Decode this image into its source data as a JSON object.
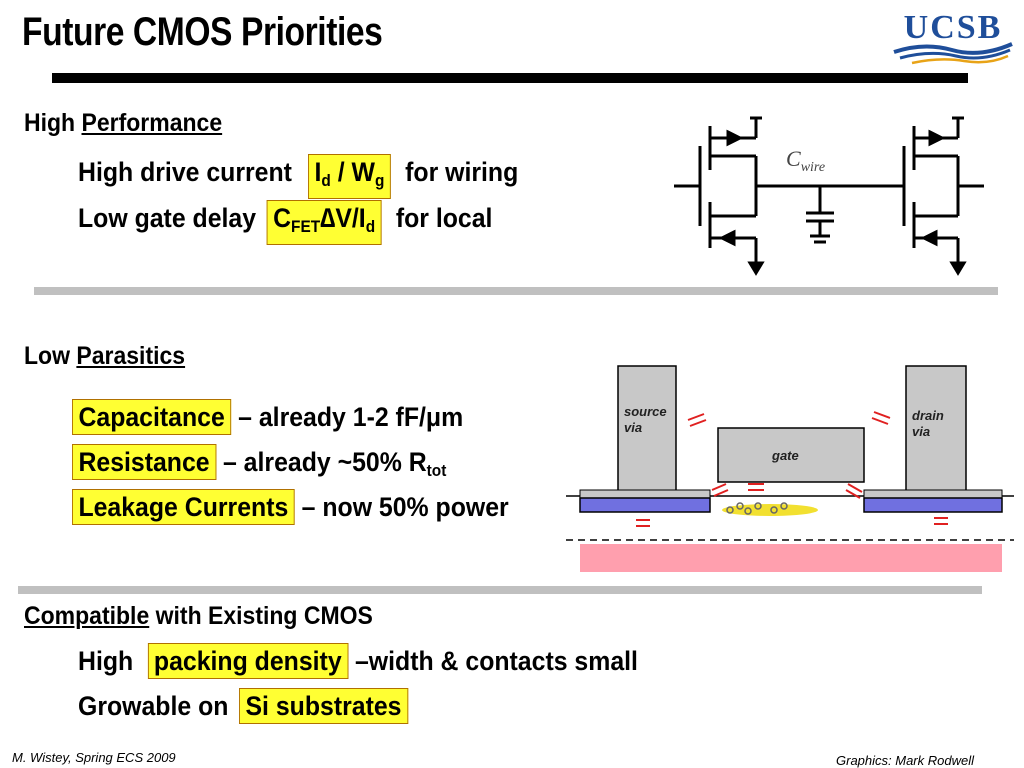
{
  "title": "Future CMOS Priorities",
  "logo_text": "UCSB",
  "sections": {
    "performance": {
      "heading_prefix": "High ",
      "heading_link": "Performance",
      "line1": {
        "pre": "High drive current",
        "hl_main": "I",
        "hl_sub1": "d",
        "hl_mid": " / W",
        "hl_sub2": "g",
        "post": "for wiring"
      },
      "line2": {
        "pre": "Low gate delay",
        "hl_main": "C",
        "hl_sub1": "FET",
        "hl_mid": "∆V/I",
        "hl_sub2": "d",
        "post": "for local"
      }
    },
    "parasitics": {
      "heading_prefix": "Low ",
      "heading_link": "Parasitics",
      "items": [
        {
          "hl": "Capacitance",
          "text": " – already 1-2 fF/μm",
          "sub": ""
        },
        {
          "hl": "Resistance",
          "text": " – already ~50% R",
          "sub": "tot"
        },
        {
          "hl": "Leakage Currents",
          "text": " – now 50% power",
          "sub": ""
        }
      ]
    },
    "compatible": {
      "heading_link": "Compatible",
      "heading_suffix": " with Existing CMOS",
      "line1": {
        "pre": "High ",
        "hl": "packing density",
        "post": " –width & contacts small"
      },
      "line2": {
        "pre": "Growable on ",
        "hl": "Si substrates",
        "post": ""
      }
    }
  },
  "diagrams": {
    "circuit": {
      "wire_label": "C",
      "wire_sub": "wire"
    },
    "device": {
      "source_label": "source\nvia",
      "drain_label": "drain\nvia",
      "gate_label": "gate"
    }
  },
  "footer": {
    "left": "M. Wistey, Spring ECS 2009",
    "right": "Graphics: Mark Rodwell"
  },
  "colors": {
    "highlight": "#ffff33",
    "gate_gray": "#c8c8c8",
    "contact_blue": "#7070e0",
    "substrate_pink": "#ff9fae",
    "parasitic_red": "#e02020",
    "logo_blue": "#1f4e9a",
    "logo_gold": "#e8a317"
  }
}
